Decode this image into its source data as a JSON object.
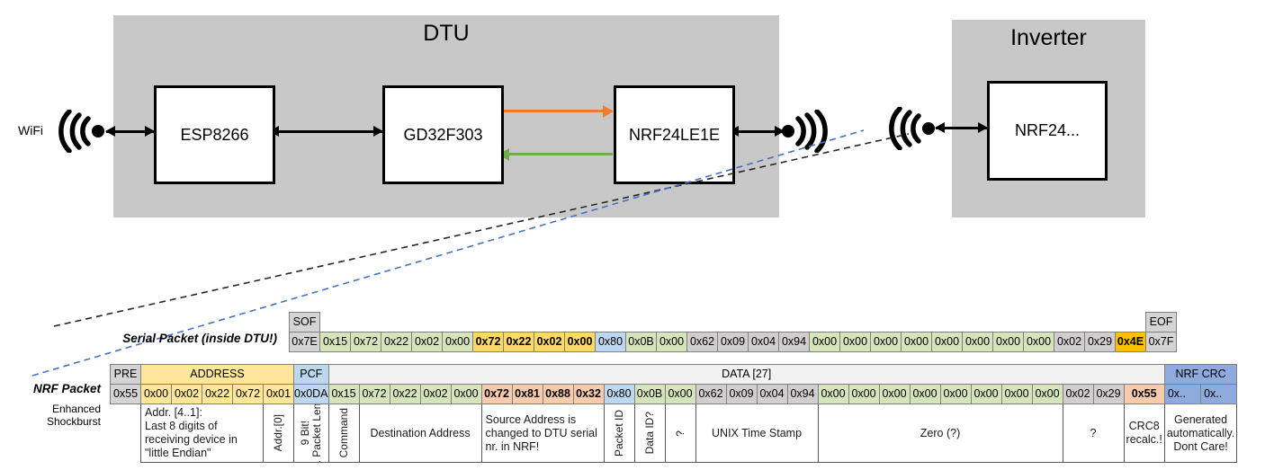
{
  "diagram": {
    "wifi_label": "WiFi",
    "dtu": {
      "title": "DTU",
      "chips": [
        {
          "name": "ESP8266"
        },
        {
          "name": "GD32F303"
        },
        {
          "name": "NRF24LE1E"
        }
      ]
    },
    "inverter": {
      "title": "Inverter",
      "chips": [
        {
          "name": "NRF24..."
        }
      ]
    },
    "arrow_colors": {
      "tx": "#ED7D31",
      "rx": "#70AD47",
      "link": "#000000"
    }
  },
  "labels": {
    "serial_packet": "Serial Packet (inside DTU!)",
    "nrf_packet": "NRF Packet",
    "enhanced_shockburst": "Enhanced Shockburst"
  },
  "serial_packet": {
    "sof_header": "SOF",
    "eof_header": "EOF",
    "sof_value": "0x7E",
    "eof_value": "0x7F",
    "bytes": [
      {
        "v": "0x15",
        "c": "green"
      },
      {
        "v": "0x72",
        "c": "green"
      },
      {
        "v": "0x22",
        "c": "green"
      },
      {
        "v": "0x02",
        "c": "green"
      },
      {
        "v": "0x00",
        "c": "green"
      },
      {
        "v": "0x72",
        "c": "yellow"
      },
      {
        "v": "0x22",
        "c": "yellow"
      },
      {
        "v": "0x02",
        "c": "yellow"
      },
      {
        "v": "0x00",
        "c": "yellow"
      },
      {
        "v": "0x80",
        "c": "blue"
      },
      {
        "v": "0x0B",
        "c": "green"
      },
      {
        "v": "0x00",
        "c": "green"
      },
      {
        "v": "0x62",
        "c": "gray"
      },
      {
        "v": "0x09",
        "c": "gray"
      },
      {
        "v": "0x04",
        "c": "gray"
      },
      {
        "v": "0x94",
        "c": "gray"
      },
      {
        "v": "0x00",
        "c": "green"
      },
      {
        "v": "0x00",
        "c": "green"
      },
      {
        "v": "0x00",
        "c": "green"
      },
      {
        "v": "0x00",
        "c": "green"
      },
      {
        "v": "0x00",
        "c": "green"
      },
      {
        "v": "0x00",
        "c": "green"
      },
      {
        "v": "0x00",
        "c": "green"
      },
      {
        "v": "0x00",
        "c": "green"
      },
      {
        "v": "0x02",
        "c": "gray"
      },
      {
        "v": "0x29",
        "c": "gray"
      },
      {
        "v": "0x4E",
        "c": "orange"
      }
    ]
  },
  "nrf_packet": {
    "headers": {
      "pre": "PRE",
      "address": "ADDRESS",
      "pcf": "PCF",
      "data": "DATA [27]",
      "crc": "NRF CRC"
    },
    "pre_value": "0x55",
    "address_values": [
      "0x00",
      "0x02",
      "0x22",
      "0x72",
      "0x01"
    ],
    "pcf_value": "0x0DA",
    "crc_values": [
      "0x..",
      "0x.."
    ],
    "bytes": [
      {
        "v": "0x15",
        "c": "green"
      },
      {
        "v": "0x72",
        "c": "green"
      },
      {
        "v": "0x22",
        "c": "green"
      },
      {
        "v": "0x02",
        "c": "green"
      },
      {
        "v": "0x00",
        "c": "green"
      },
      {
        "v": "0x72",
        "c": "salmon"
      },
      {
        "v": "0x81",
        "c": "salmon"
      },
      {
        "v": "0x88",
        "c": "salmon"
      },
      {
        "v": "0x32",
        "c": "salmon"
      },
      {
        "v": "0x80",
        "c": "blue"
      },
      {
        "v": "0x0B",
        "c": "green"
      },
      {
        "v": "0x00",
        "c": "green"
      },
      {
        "v": "0x62",
        "c": "gray"
      },
      {
        "v": "0x09",
        "c": "gray"
      },
      {
        "v": "0x04",
        "c": "gray"
      },
      {
        "v": "0x94",
        "c": "gray"
      },
      {
        "v": "0x00",
        "c": "green"
      },
      {
        "v": "0x00",
        "c": "green"
      },
      {
        "v": "0x00",
        "c": "green"
      },
      {
        "v": "0x00",
        "c": "green"
      },
      {
        "v": "0x00",
        "c": "green"
      },
      {
        "v": "0x00",
        "c": "green"
      },
      {
        "v": "0x00",
        "c": "green"
      },
      {
        "v": "0x00",
        "c": "green"
      },
      {
        "v": "0x02",
        "c": "gray"
      },
      {
        "v": "0x29",
        "c": "gray"
      },
      {
        "v": "0x55",
        "c": "salmon"
      }
    ]
  },
  "descriptions": {
    "address": "Addr. [4..1]:\nLast 8 digits of receiving device in \"little Endian\"",
    "addr0": "Addr.[0]",
    "pcf_a": "9 Bit!",
    "pcf_b": "Inc. Packet Length",
    "command": "Command",
    "destination_address": "Destination Address",
    "source_address": "Source Address is changed to DTU serial nr. in NRF!",
    "packet_id": "Packet ID",
    "data_id": "Data ID?",
    "unknown_small": "?",
    "unix_time_stamp": "UNIX Time Stamp",
    "zero": "Zero (?)",
    "unknown": "?",
    "crc8": "CRC8 recalc.!",
    "nrf_crc_note": "Generated automatically. Dont Care!"
  }
}
